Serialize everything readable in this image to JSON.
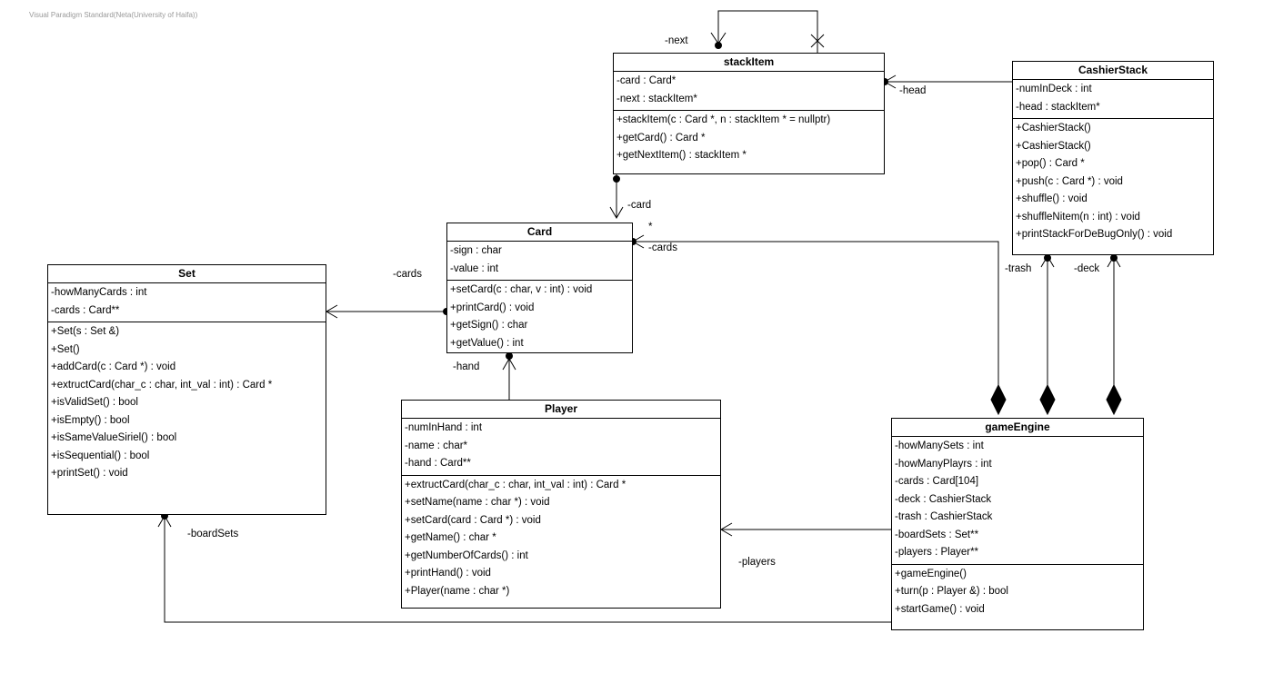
{
  "watermark": "Visual Paradigm Standard(Neta(University of Haifa))",
  "classes": {
    "stackItem": {
      "name": "stackItem",
      "attributes": [
        "-card : Card*",
        "-next : stackItem*"
      ],
      "operations": [
        "+stackItem(c : Card *, n : stackItem * = nullptr)",
        "+getCard() : Card *",
        "+getNextItem() : stackItem *"
      ]
    },
    "CashierStack": {
      "name": "CashierStack",
      "attributes": [
        "-numInDeck : int",
        "-head : stackItem*"
      ],
      "operations": [
        "+CashierStack()",
        "+CashierStack()",
        "+pop() : Card *",
        "+push(c : Card *) : void",
        "+shuffle() : void",
        "+shuffleNitem(n : int) : void",
        "+printStackForDeBugOnly() : void"
      ]
    },
    "Card": {
      "name": "Card",
      "attributes": [
        "-sign : char",
        "-value : int"
      ],
      "operations": [
        "+setCard(c : char, v : int) : void",
        "+printCard() : void",
        "+getSign() : char",
        "+getValue() : int"
      ]
    },
    "Set": {
      "name": "Set",
      "attributes": [
        "-howManyCards : int",
        "-cards : Card**"
      ],
      "operations": [
        "+Set(s : Set &)",
        "+Set()",
        "+addCard(c : Card *) : void",
        "+extructCard(char_c : char, int_val : int) : Card *",
        "+isValidSet() : bool",
        "+isEmpty() : bool",
        "+isSameValueSiriel() : bool",
        "+isSequential() : bool",
        "+printSet() : void"
      ]
    },
    "Player": {
      "name": "Player",
      "attributes": [
        "-numInHand : int",
        "-name : char*",
        "-hand : Card**"
      ],
      "operations": [
        "+extructCard(char_c : char, int_val : int) : Card *",
        "+setName(name : char *) : void",
        "+setCard(card : Card *) : void",
        "+getName() : char *",
        "+getNumberOfCards() : int",
        "+printHand() : void",
        "+Player(name : char *)"
      ]
    },
    "gameEngine": {
      "name": "gameEngine",
      "attributes": [
        "-howManySets : int",
        "-howManyPlayrs : int",
        "-cards : Card[104]",
        "-deck : CashierStack",
        "-trash : CashierStack",
        "-boardSets : Set**",
        "-players : Player**"
      ],
      "operations": [
        "+gameEngine()",
        "+turn(p : Player &) : bool",
        "+startGame() : void"
      ]
    }
  },
  "roles": {
    "next": "-next",
    "head": "-head",
    "card": "-card",
    "cards_star": "*",
    "cards_ge": "-cards",
    "cards_set": "-cards",
    "hand": "-hand",
    "trash": "-trash",
    "deck": "-deck",
    "boardSets": "-boardSets",
    "players": "-players"
  }
}
